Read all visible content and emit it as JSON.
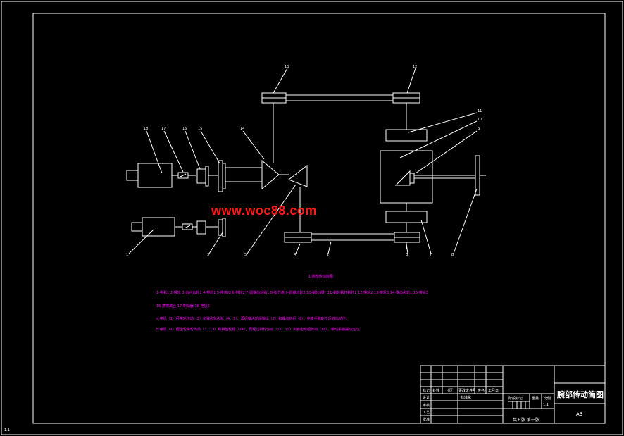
{
  "watermark": "www.woc88.com",
  "caption": "1.腕部传动简图",
  "notes": [
    "1-电机1  2-带轮  3-齿合齿轮1  4-带轮1  5-带传动  6-带轮2  7-圆锥齿轮组1  8-指节盘  9-圆锥齿轮2  10-蜗轮蜗杆  11-蜗轮蜗杆蜗杆1  12-带轮2  13-带轮3  14-锥齿齿轮1  15-带轮3",
    "16-摩擦离合  17-制动器  18-电机2",
    "a.电机（1）经带轮传动（2）和锥齿轮齿轮（4、5）、再经锥齿轮组输出（7）和锥齿轮组（9），完成手腕的正反转向动作。",
    "b.电机（1）经齿轮带轮传动（3、13）和锥齿轮组（14），再经过带轮传动（12、15）和锥齿轮组传动（18），带动手腕摆动运动。"
  ],
  "part_labels": [
    "1",
    "2",
    "3",
    "4",
    "5",
    "6",
    "7",
    "8",
    "9",
    "10",
    "11",
    "12",
    "13",
    "14",
    "15",
    "16",
    "17",
    "18"
  ],
  "title_block": {
    "drawing_title": "腕部传动简图",
    "sheet_size": "A3",
    "scale": "1:1",
    "sheet_info": "共五张 第一张",
    "cells": [
      "标记",
      "处数",
      "分区",
      "更改文件号",
      "签名",
      "年月日",
      "设计",
      "标准化",
      "阶段标记",
      "重量",
      "比例",
      "审核",
      "工艺",
      "批准"
    ]
  },
  "corner_mark": "1.1"
}
